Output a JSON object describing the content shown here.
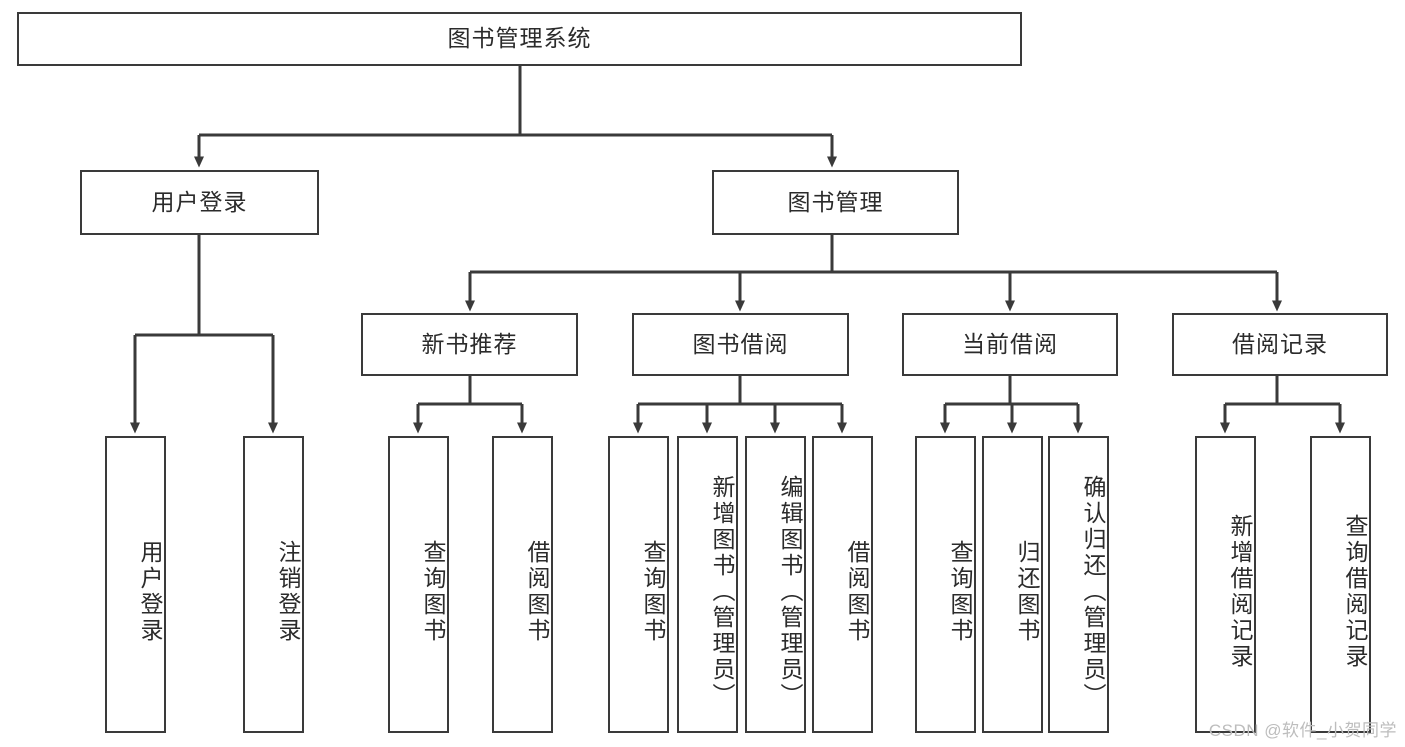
{
  "diagram": {
    "title": "图书管理系统",
    "type": "tree-hierarchy",
    "stroke_color": "#3a3a3a",
    "fill_color": "#ffffff",
    "text_color": "#2b2b2b"
  },
  "nodes": {
    "root": {
      "label": "图书管理系统"
    },
    "level1": [
      {
        "label": "用户登录"
      },
      {
        "label": "图书管理"
      }
    ],
    "level2": [
      {
        "label": "新书推荐"
      },
      {
        "label": "图书借阅"
      },
      {
        "label": "当前借阅"
      },
      {
        "label": "借阅记录"
      }
    ],
    "leaves_user_login": [
      {
        "label": "用户登录"
      },
      {
        "label": "注销登录"
      }
    ],
    "leaves_new_book": [
      {
        "label": "查询图书"
      },
      {
        "label": "借阅图书"
      }
    ],
    "leaves_borrow": [
      {
        "label": "查询图书"
      },
      {
        "label": "新增图书（管理员）"
      },
      {
        "label": "编辑图书（管理员）"
      },
      {
        "label": "借阅图书"
      }
    ],
    "leaves_current": [
      {
        "label": "查询图书"
      },
      {
        "label": "归还图书"
      },
      {
        "label": "确认归还（管理员）"
      }
    ],
    "leaves_record": [
      {
        "label": "新增借阅记录"
      },
      {
        "label": "查询借阅记录"
      }
    ]
  },
  "watermark": {
    "text": "CSDN @软件_小贺同学"
  }
}
